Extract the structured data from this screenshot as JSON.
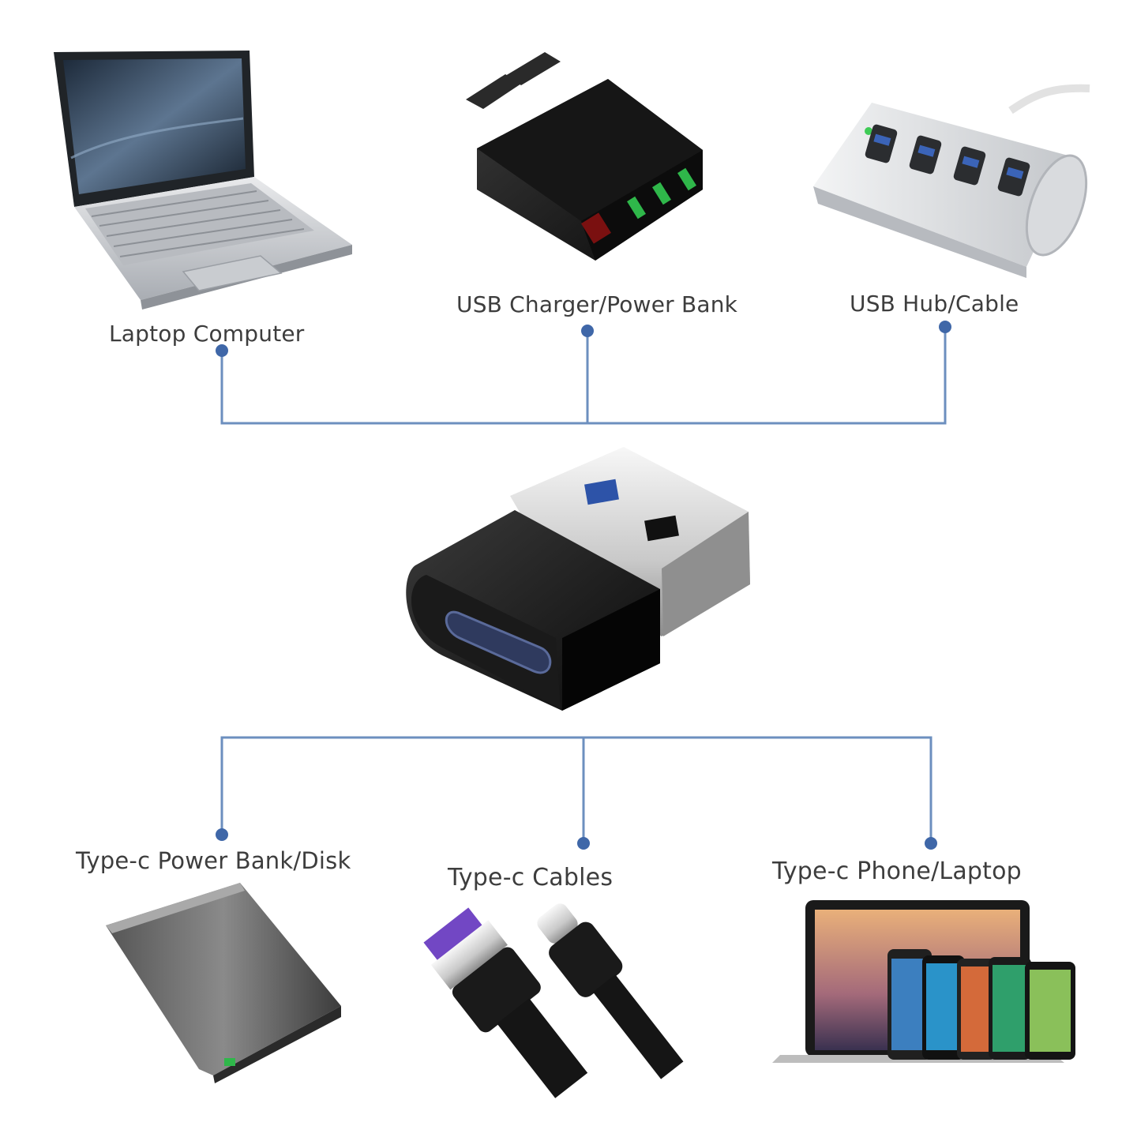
{
  "colors": {
    "connector": "#6c8fbf",
    "label": "#3d3d3d",
    "background": "#ffffff"
  },
  "top_devices": [
    {
      "id": "laptop",
      "label": "Laptop Computer",
      "icon": "laptop-icon"
    },
    {
      "id": "charger",
      "label": "USB Charger/Power Bank",
      "icon": "wall-charger-icon"
    },
    {
      "id": "hub",
      "label": "USB Hub/Cable",
      "icon": "usb-hub-icon"
    }
  ],
  "center_device": {
    "id": "adapter",
    "icon": "usb-a-to-type-c-adapter-icon"
  },
  "bottom_devices": [
    {
      "id": "powerbank",
      "label": "Type-c Power Bank/Disk",
      "icon": "power-bank-icon"
    },
    {
      "id": "cables",
      "label": "Type-c Cables",
      "icon": "type-c-cable-icon"
    },
    {
      "id": "phones",
      "label": "Type-c Phone/Laptop",
      "icon": "phones-laptop-icon"
    }
  ]
}
